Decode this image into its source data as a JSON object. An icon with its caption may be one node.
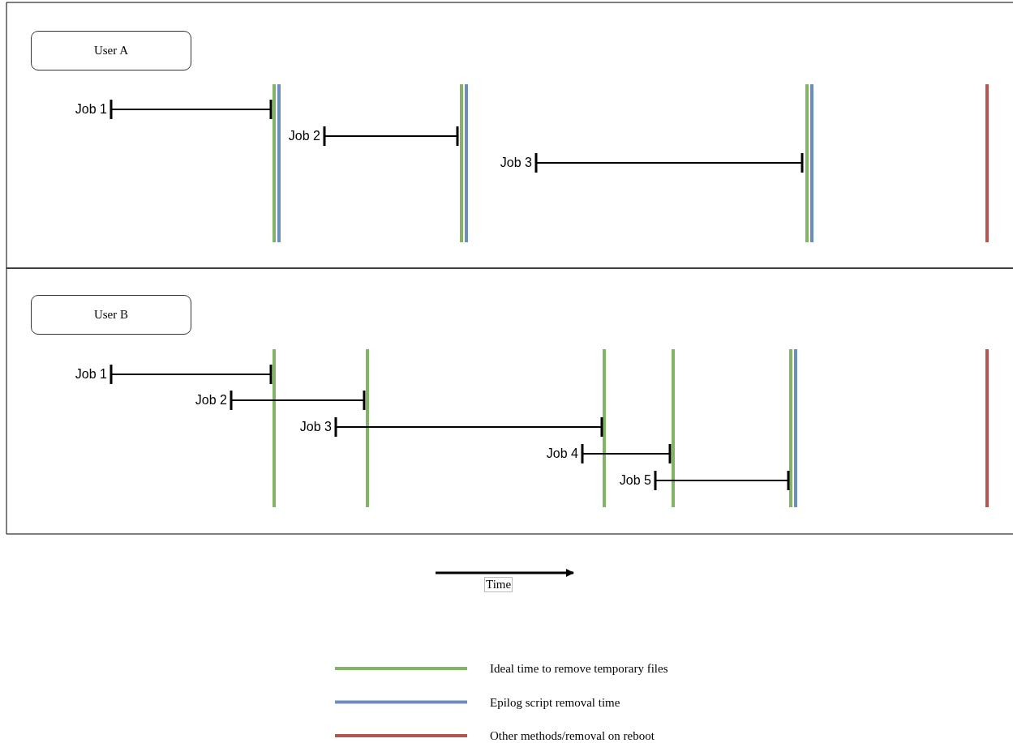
{
  "diagram": {
    "nodes": [
      {
        "text": [
          "User A"
        ]
      },
      {
        "text": [
          "User B"
        ]
      }
    ],
    "labels": [
      "Job 1",
      "Job 2",
      "Job 3",
      "Job 1",
      "Job 2",
      "Job 3",
      "Job 4",
      "Job 5",
      "Time"
    ],
    "legend": [
      {
        "text": "Ideal time to remove temporary files",
        "color": "#82b366"
      },
      {
        "text": "Epilog script removal time",
        "color": "#6c8ebf"
      },
      {
        "text": "Other methods/removal on reboot",
        "color": "#b85450"
      }
    ]
  }
}
